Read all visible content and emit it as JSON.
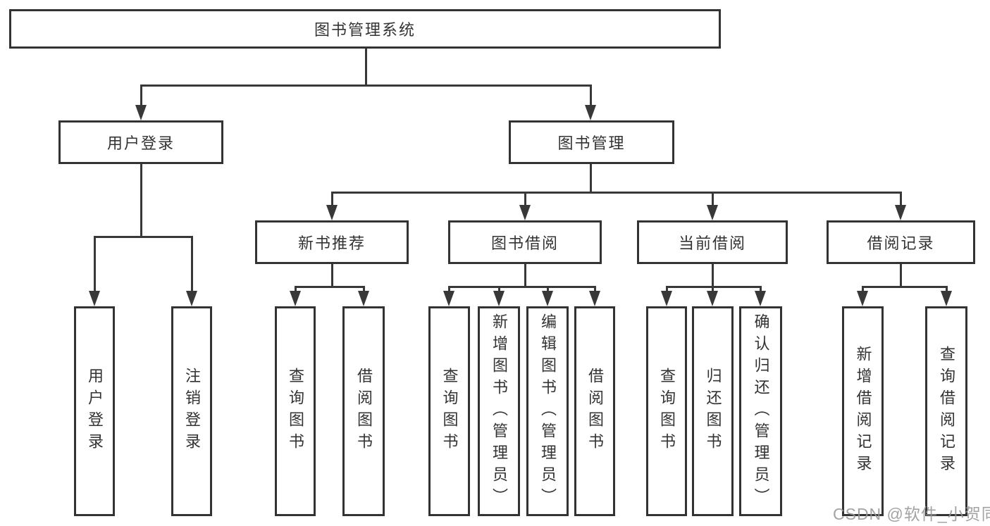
{
  "diagram": {
    "watermark": "CSDN @软件_小贺同学",
    "colors": {
      "line": "#383838",
      "box_border": "#333333",
      "box_fill": "#ffffff",
      "text": "#333333",
      "watermark_gray": "#969696",
      "background": "#ffffff"
    },
    "tree": {
      "label": "图书管理系统",
      "children": [
        {
          "label": "用户登录",
          "children": [
            {
              "label": "用户登录"
            },
            {
              "label": "注销登录"
            }
          ]
        },
        {
          "label": "图书管理",
          "children": [
            {
              "label": "新书推荐",
              "children": [
                {
                  "label": "查询图书"
                },
                {
                  "label": "借阅图书"
                }
              ]
            },
            {
              "label": "图书借阅",
              "children": [
                {
                  "label": "查询图书"
                },
                {
                  "label": "新增图书（管理员）"
                },
                {
                  "label": "编辑图书（管理员）"
                },
                {
                  "label": "借阅图书"
                }
              ]
            },
            {
              "label": "当前借阅",
              "children": [
                {
                  "label": "查询图书"
                },
                {
                  "label": "归还图书"
                },
                {
                  "label": "确认归还（管理员）"
                }
              ]
            },
            {
              "label": "借阅记录",
              "children": [
                {
                  "label": "新增借阅记录"
                },
                {
                  "label": "查询借阅记录"
                }
              ]
            }
          ]
        }
      ]
    }
  }
}
